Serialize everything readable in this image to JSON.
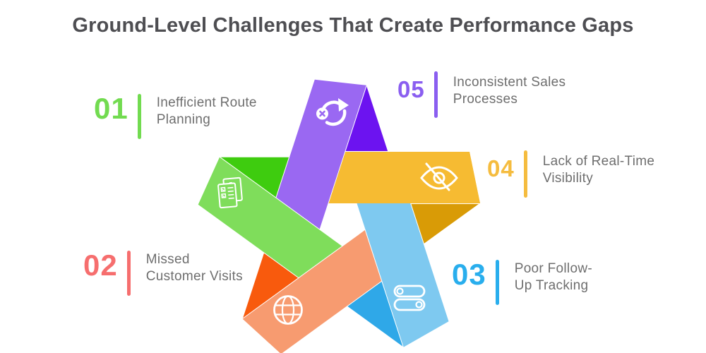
{
  "title": "Ground-Level Challenges That Create Performance Gaps",
  "items": [
    {
      "number": "01",
      "line1": "Inefficient Route",
      "line2": "Planning",
      "color": "#72db50",
      "icon": "documents-icon"
    },
    {
      "number": "02",
      "line1": "Missed",
      "line2": "Customer Visits",
      "color": "#f66e6e",
      "icon": "globe-icon"
    },
    {
      "number": "03",
      "line1": "Poor Follow-",
      "line2": "Up Tracking",
      "color": "#29aeed",
      "icon": "toggles-icon"
    },
    {
      "number": "04",
      "line1": "Lack of Real-Time",
      "line2": "Visibility",
      "color": "#f5bc3f",
      "icon": "eye-off-icon"
    },
    {
      "number": "05",
      "line1": "Inconsistent Sales",
      "line2": "Processes",
      "color": "#8a5ef0",
      "icon": "sync-error-icon"
    }
  ],
  "star": {
    "arms": {
      "green": {
        "strip": "#7fdd5b",
        "fold": "#3ecc0f"
      },
      "orange": {
        "strip": "#f79b70",
        "fold": "#f85a0d"
      },
      "blue": {
        "strip": "#7ec9f0",
        "fold": "#2fa8e8"
      },
      "yellow": {
        "strip": "#f6bb32",
        "fold": "#d99b06"
      },
      "purple": {
        "strip": "#9a68f2",
        "fold": "#6c13f0"
      }
    },
    "icon_color": "#ffffff"
  }
}
